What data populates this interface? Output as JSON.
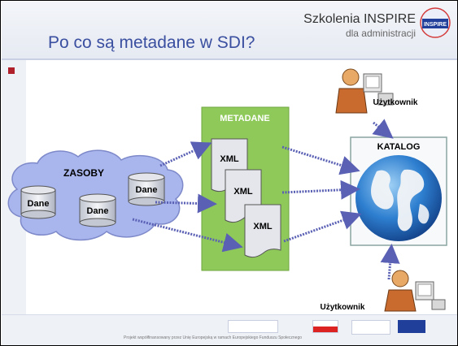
{
  "slide": {
    "title": "Po co są metadane w SDI?",
    "brand_main": "Szkolenia INSPIRE",
    "brand_sub": "dla administracji",
    "logo_text": "INSPIRE",
    "footer_text": "Projekt współfinansowany przez Unię Europejską w ramach Europejskiego Funduszu Społecznego"
  },
  "diagram": {
    "resources_label": "ZASOBY",
    "data_label": "Dane",
    "metadata_label": "METADANE",
    "xml_label": "XML",
    "catalog_label": "KATALOG",
    "user_label": "Użytkownik"
  },
  "colors": {
    "title": "#3a4fa0",
    "cloud": "#a9b6ee",
    "metadata_box": "#8fc95a",
    "bullet": "#b0202a",
    "arrow": "#5a60b4"
  }
}
